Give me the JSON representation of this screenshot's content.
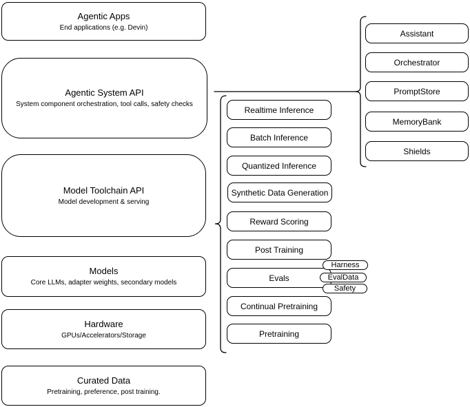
{
  "diagram": {
    "left_stack": [
      {
        "title": "Agentic Apps",
        "subtitle": "End applications (e.g. Devin)"
      },
      {
        "title": "Agentic System API",
        "subtitle": "System component orchestration, tool calls, safety checks"
      },
      {
        "title": "Model Toolchain API",
        "subtitle": "Model development & serving"
      },
      {
        "title": "Models",
        "subtitle": "Core LLMs, adapter weights, secondary models"
      },
      {
        "title": "Hardware",
        "subtitle": "GPUs/Accelerators/Storage"
      },
      {
        "title": "Curated Data",
        "subtitle": "Pretraining, preference, post training."
      }
    ],
    "toolchain_components": [
      "Realtime Inference",
      "Batch Inference",
      "Quantized Inference",
      "Synthetic Data Generation",
      "Reward Scoring",
      "Post Training",
      "Evals",
      "Continual Pretraining",
      "Pretraining"
    ],
    "eval_tags": [
      "Harness",
      "EvalData",
      "Safety"
    ],
    "system_components": [
      "Assistant",
      "Orchestrator",
      "PromptStore",
      "MemoryBank",
      "Shields"
    ],
    "colors": {
      "stroke": "#000000",
      "fill": "#ffffff",
      "text": "#000000"
    }
  }
}
